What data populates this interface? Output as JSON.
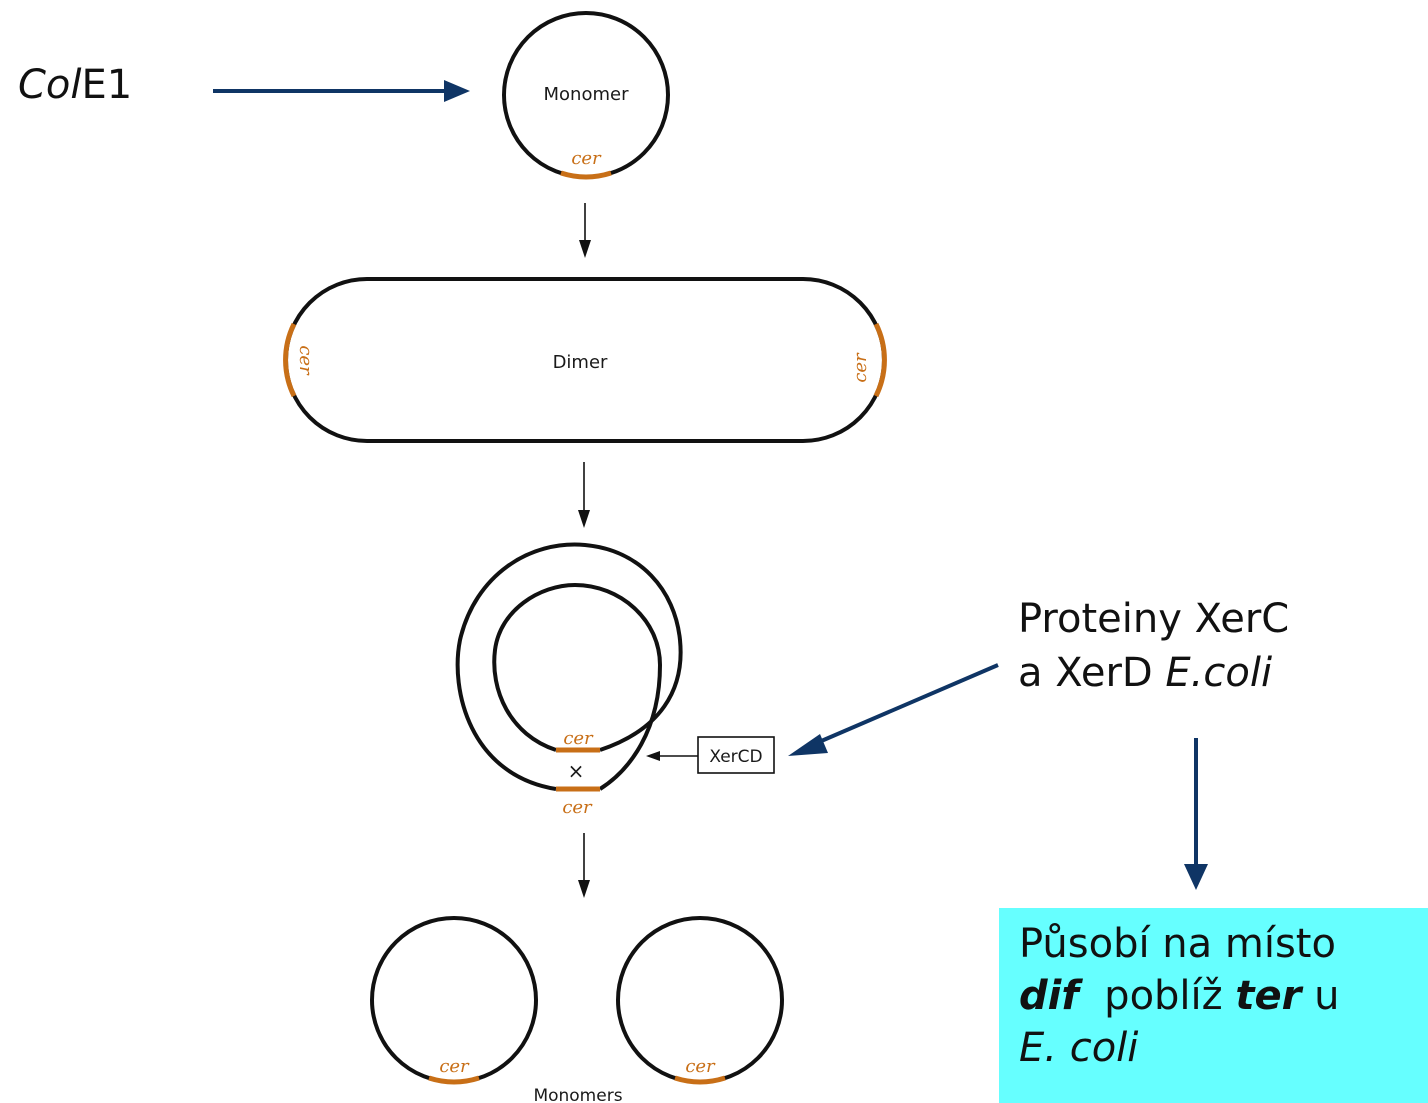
{
  "labels": {
    "colE1_italic": "Col",
    "colE1_rest": "E1",
    "monomer": "Monomer",
    "dimer": "Dimer",
    "cer": "cer",
    "crossover": "×",
    "xercd": "XerCD",
    "monomers": "Monomers"
  },
  "proteins": {
    "line1": "Proteiny XerC",
    "line2_prefix": "a XerD ",
    "line2_italic": "E.coli"
  },
  "box": {
    "line1": "Působí na místo",
    "dif": "dif",
    "mid": "  poblíž ",
    "ter": "ter",
    "tail": " u",
    "line3": "E. coli"
  },
  "colors": {
    "arrow_blue": "#0f3565",
    "cer_orange": "#c86f17",
    "box_cyan": "#66ffff",
    "line": "#111111"
  }
}
